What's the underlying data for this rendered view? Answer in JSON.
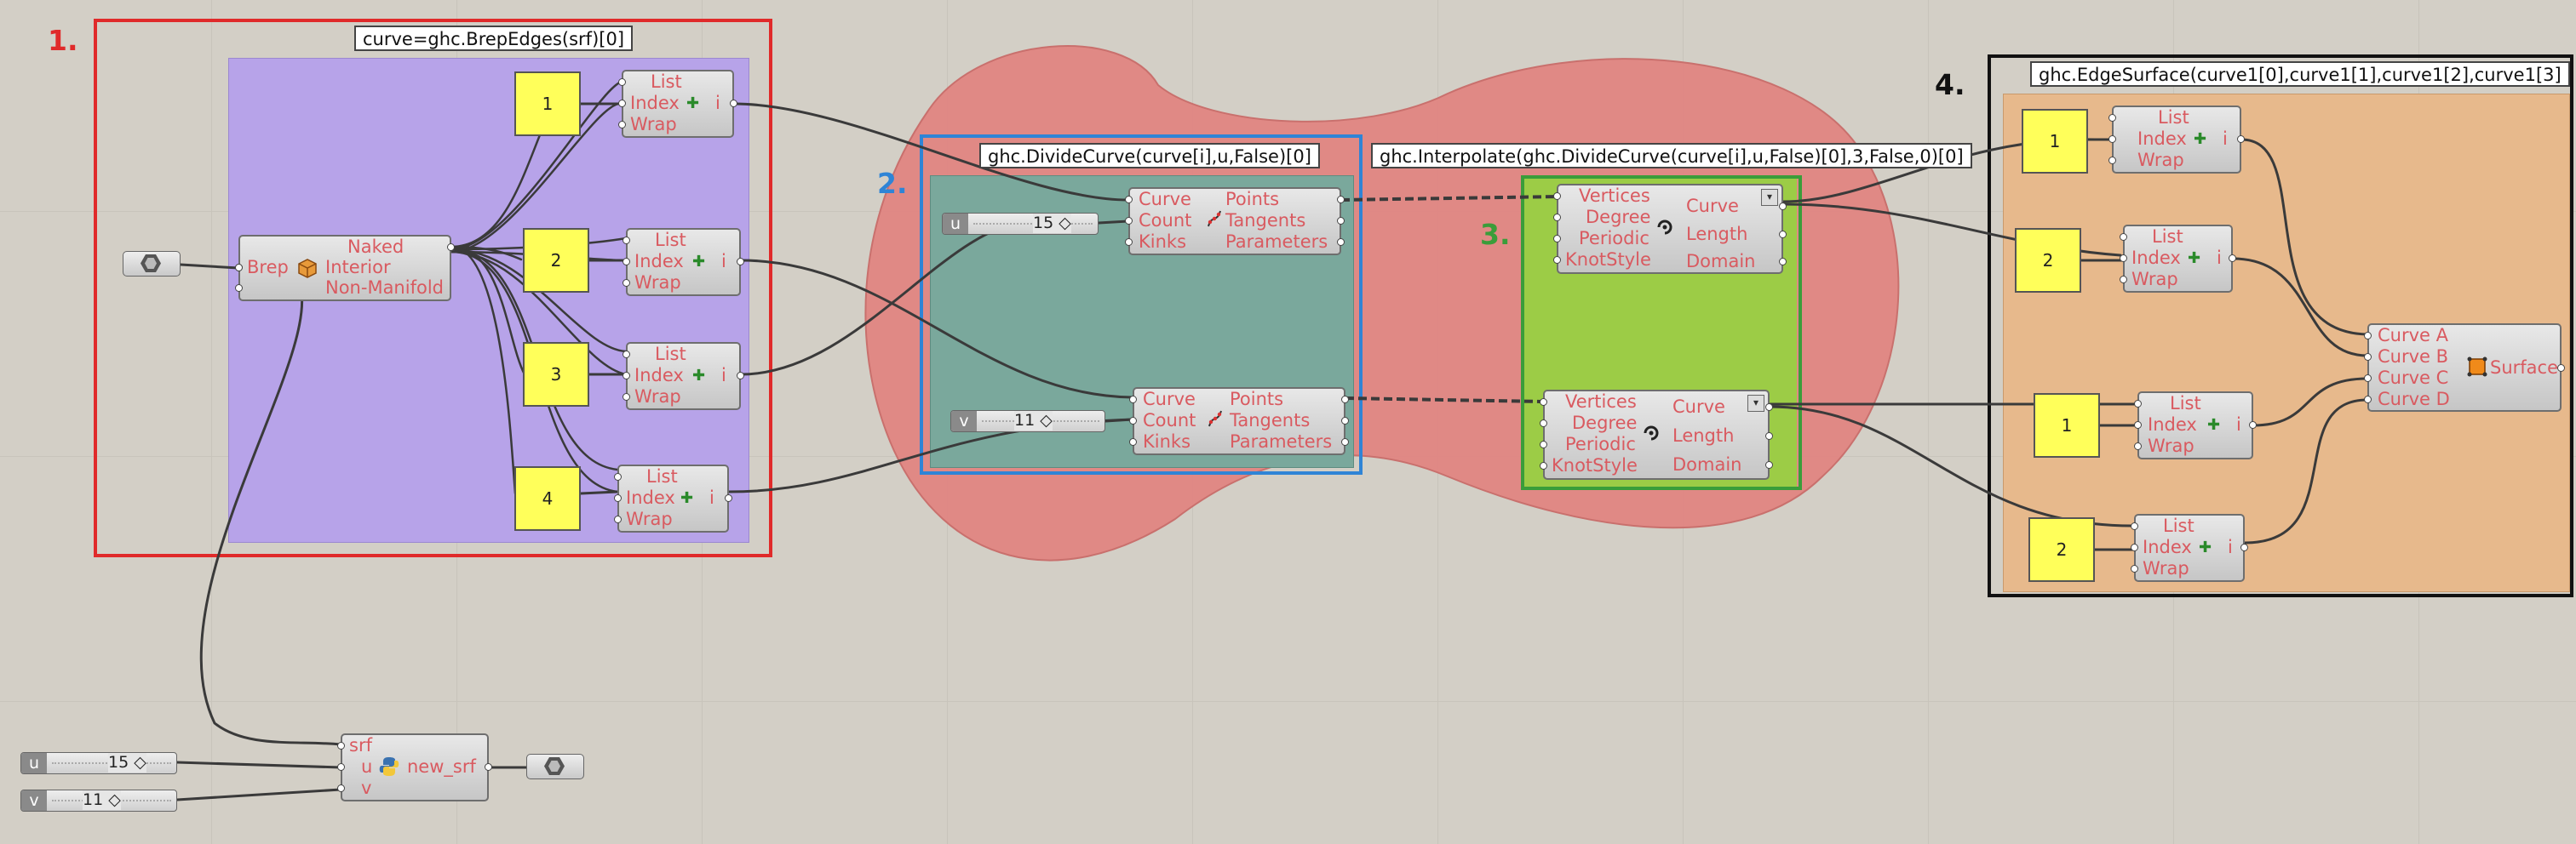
{
  "annotations": {
    "label_1": "1.",
    "label_2": "2.",
    "label_3": "3.",
    "label_4": "4.",
    "callout_1": "curve=ghc.BrepEdges(srf)[0]",
    "callout_2": "ghc.DivideCurve(curve[i],u,False)[0]",
    "callout_3": "ghc.Interpolate(ghc.DivideCurve(curve[i],u,False)[0],3,False,0)[0]",
    "callout_4": "ghc.EdgeSurface(curve1[0],curve1[1],curve1[2],curve1[3]"
  },
  "brep_edges": {
    "input": "Brep",
    "outputs": [
      "Naked",
      "Interior",
      "Non-Manifold"
    ]
  },
  "list_item": {
    "inputs": [
      "List",
      "Index",
      "Wrap"
    ],
    "output": "i"
  },
  "panels_group1": [
    "1",
    "2",
    "3",
    "4"
  ],
  "divide_curve": {
    "inputs": [
      "Curve",
      "Count",
      "Kinks"
    ],
    "outputs": [
      "Points",
      "Tangents",
      "Parameters"
    ]
  },
  "sliders_group2": [
    {
      "name": "u",
      "value": "15 ◇"
    },
    {
      "name": "v",
      "value": "11 ◇"
    }
  ],
  "interpolate": {
    "inputs": [
      "Vertices",
      "Degree",
      "Periodic",
      "KnotStyle"
    ],
    "outputs": [
      "Curve",
      "Length",
      "Domain"
    ]
  },
  "panels_group4": [
    "1",
    "2",
    "1",
    "2"
  ],
  "edge_surface": {
    "inputs": [
      "Curve A",
      "Curve B",
      "Curve C",
      "Curve D"
    ],
    "output": "Surface"
  },
  "python": {
    "inputs": [
      "srf",
      "u",
      "v"
    ],
    "output": "new_srf"
  },
  "bottom_sliders": [
    {
      "name": "u",
      "value": "15 ◇"
    },
    {
      "name": "v",
      "value": "11 ◇"
    }
  ],
  "colors": {
    "group1_fill": "#b7a3e9",
    "group1_border": "#e02a2a",
    "group2_fill": "#7aa89c",
    "group2_border": "#2f84d6",
    "group3_fill": "#9ccc46",
    "group3_border": "#3a9d3a",
    "group4_fill": "#e7b98c",
    "group4_border": "#111111",
    "blob": "#e08582",
    "label_red": "#e02a2a",
    "label_blue": "#2f84d6",
    "label_green": "#3a9d3a"
  }
}
